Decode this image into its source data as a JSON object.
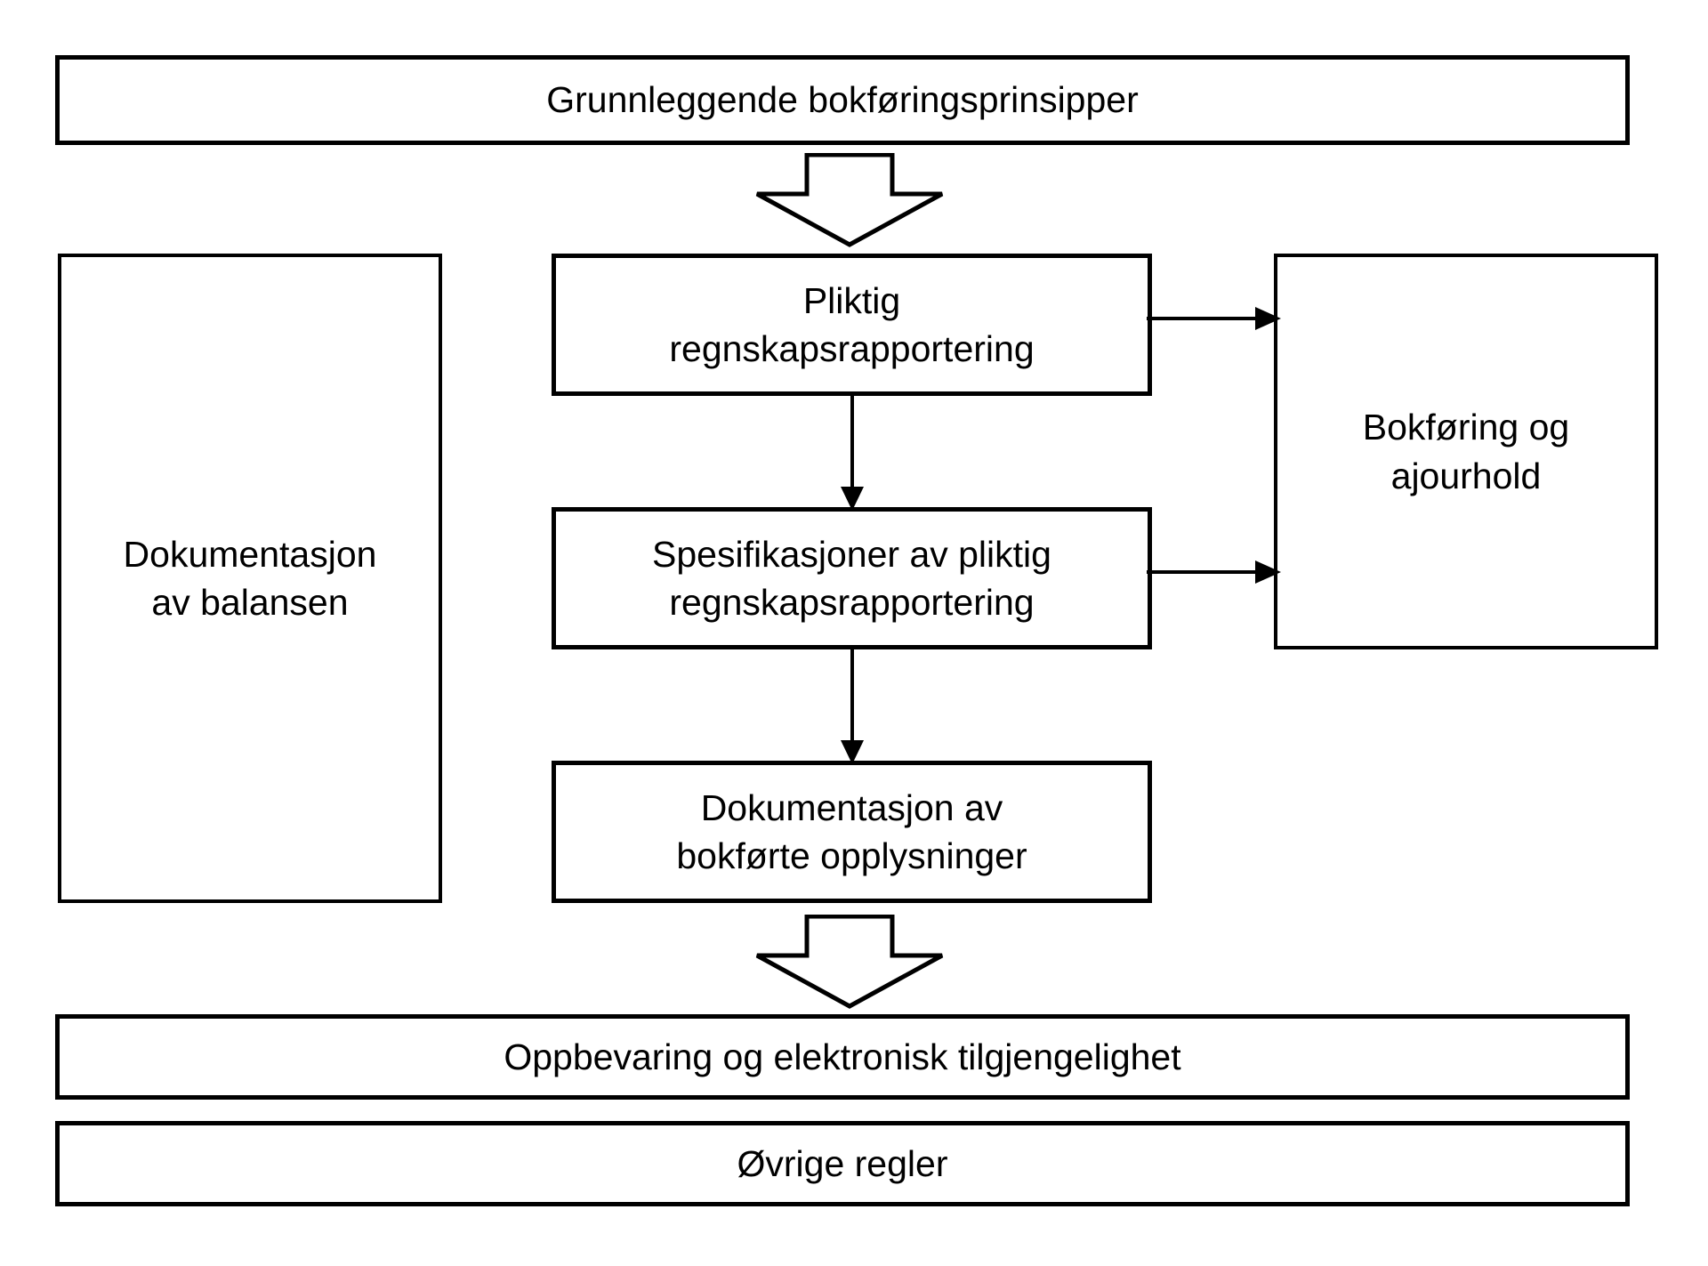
{
  "diagram": {
    "title": "Grunnleggende bokføringsprinsipper",
    "language": "Norwegian",
    "boxes": {
      "top_banner": "Grunnleggende bokføringsprinsipper",
      "left_panel": "Dokumentasjon\nav balansen",
      "center_1": "Pliktig\nregnskapsrapportering",
      "center_2": "Spesifikasjoner av pliktig\nregnskapsrapportering",
      "center_3": "Dokumentasjon av\nbokførte opplysninger",
      "right_panel": "Bokføring og\najourhold",
      "bottom_banner_1": "Oppbevaring og elektronisk tilgjengelighet",
      "bottom_banner_2": "Øvrige regler"
    },
    "arrows": {
      "top_block_arrow": "down-block-arrow",
      "bottom_block_arrow": "down-block-arrow",
      "center1_to_center2": "down-arrow",
      "center2_to_center3": "down-arrow",
      "center1_to_right": "right-arrow",
      "center2_to_right": "right-arrow"
    },
    "colors": {
      "stroke": "#000000",
      "fill": "#ffffff",
      "text": "#000000"
    }
  }
}
